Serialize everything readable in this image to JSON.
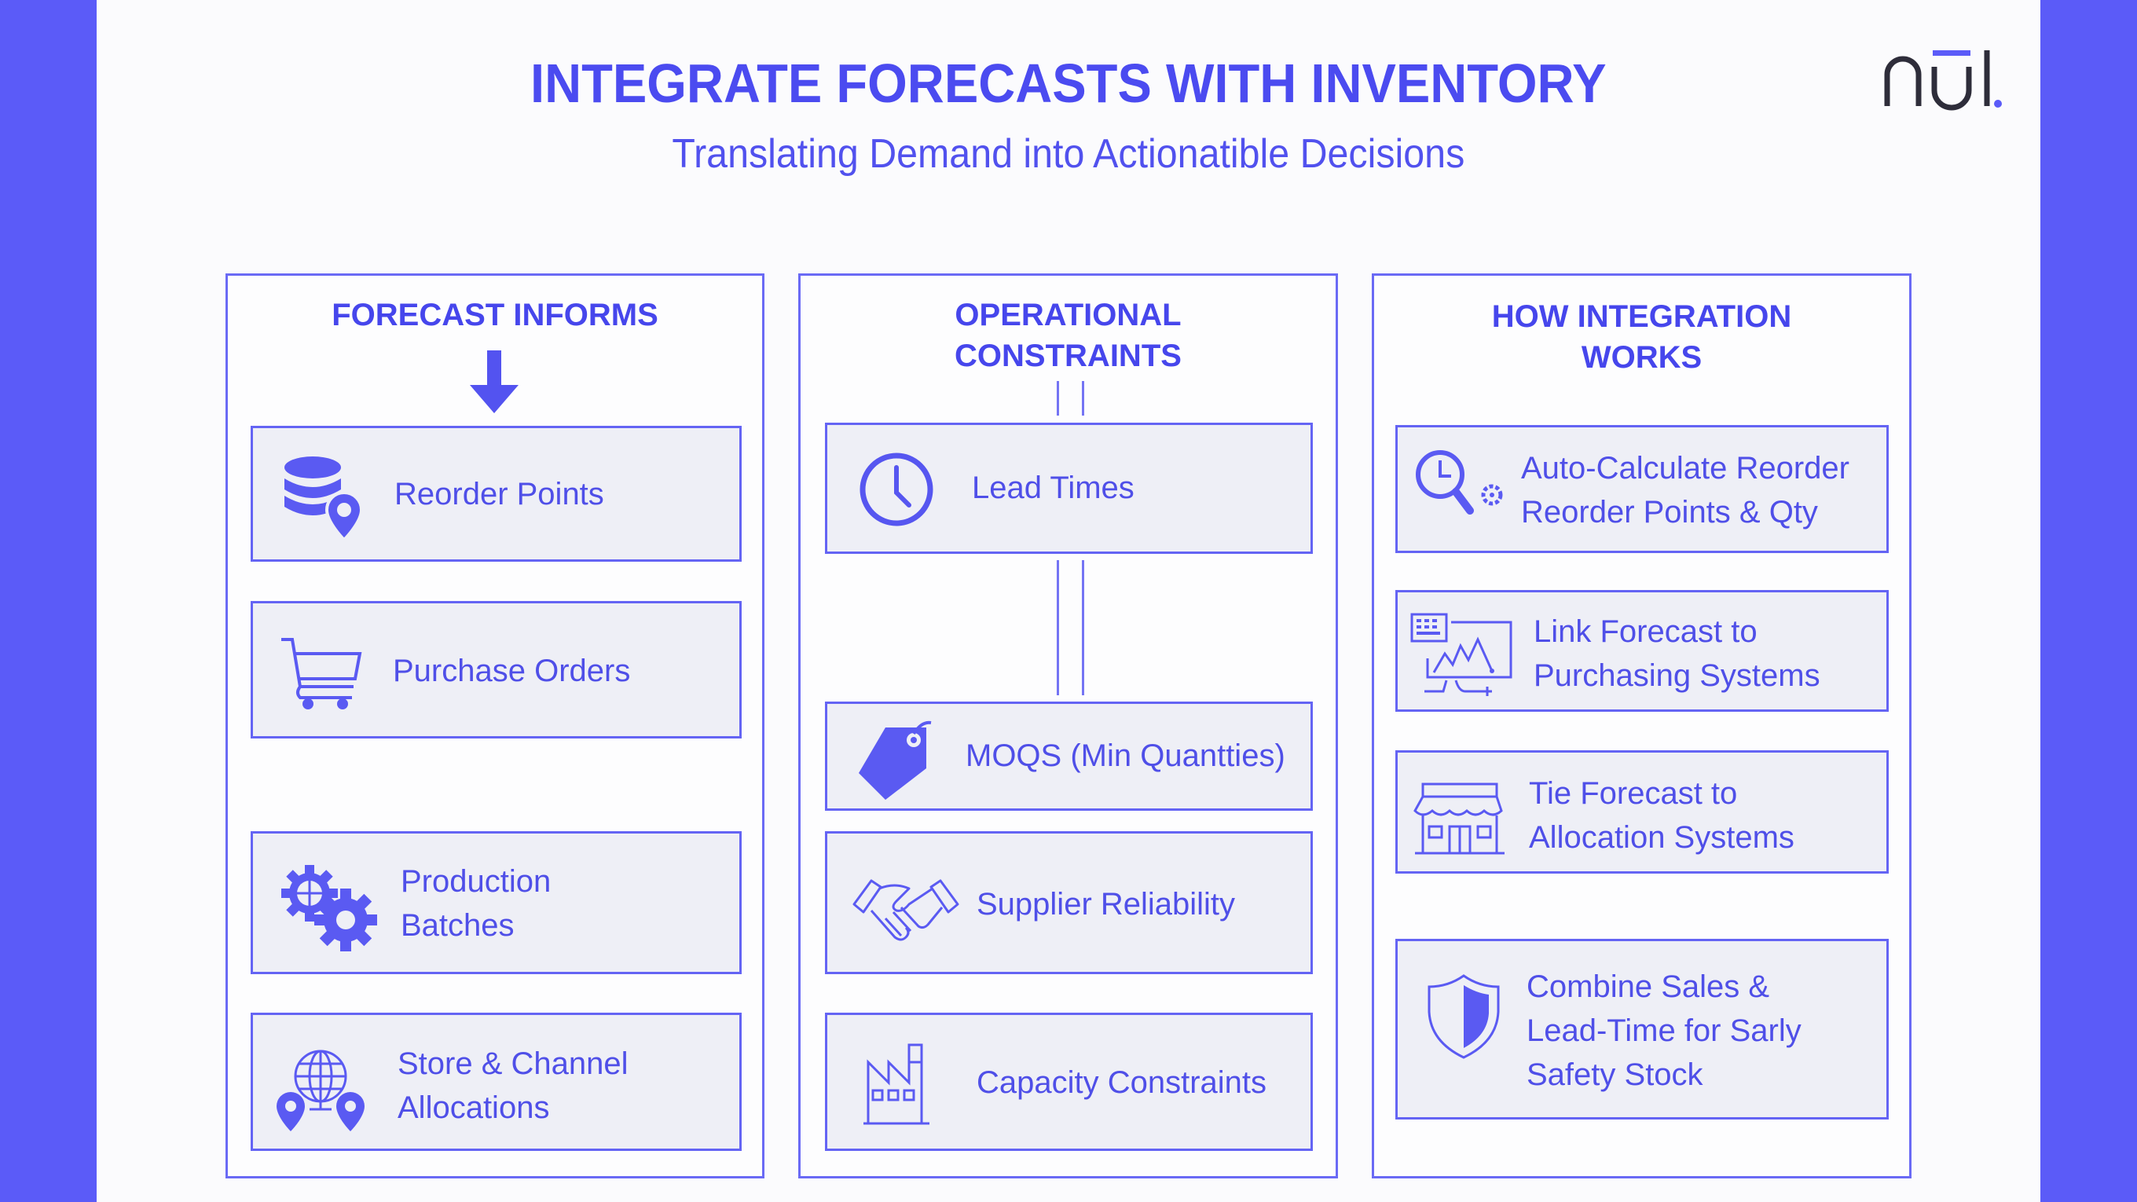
{
  "header": {
    "title": "INTEGRATE FORECASTS WITH INVENTORY",
    "subtitle": "Translating Demand into Actionatible Decisions",
    "logo_text": "nūl."
  },
  "colors": {
    "background": "#5b5bf8",
    "card": "#fbfbfd",
    "accent": "#4b4bf0",
    "box_fill": "#eeeff6",
    "border": "#6464f4",
    "logo_dark": "#2e2d3a"
  },
  "columns": [
    {
      "heading": "FORECAST INFORMS",
      "heading_icon": "arrow-down-icon",
      "items": [
        {
          "label": "Reorder Points",
          "icon": "database-location-icon"
        },
        {
          "label": "Purchase Orders",
          "icon": "shopping-cart-icon"
        },
        {
          "label": "Production\nBatches",
          "icon": "gears-icon"
        },
        {
          "label": "Store & Channel\nAllocations",
          "icon": "globe-locations-icon"
        }
      ]
    },
    {
      "heading": "OPERATIONAL\nCONSTRAINTS",
      "items": [
        {
          "label": "Lead Times",
          "icon": "clock-icon"
        },
        {
          "label": "MOQS (Min Quantties)",
          "icon": "price-tag-icon"
        },
        {
          "label": "Supplier Reliability",
          "icon": "handshake-icon"
        },
        {
          "label": "Capacity Constraints",
          "icon": "factory-icon"
        }
      ]
    },
    {
      "heading": "HOW INTEGRATION\nWORKS",
      "items": [
        {
          "label": "Auto-Calculate Reorder\nReorder Points & Qty",
          "icon": "search-clock-gear-icon"
        },
        {
          "label": "Link Forecast to\n Purchasing Systems",
          "icon": "monitor-chart-icon"
        },
        {
          "label": "Tie Forecast to\nAllocation Systems",
          "icon": "storefront-icon"
        },
        {
          "label": "Combine Sales &\nLead-Time for Sarly\nSafety Stock",
          "icon": "shield-icon"
        }
      ]
    }
  ]
}
